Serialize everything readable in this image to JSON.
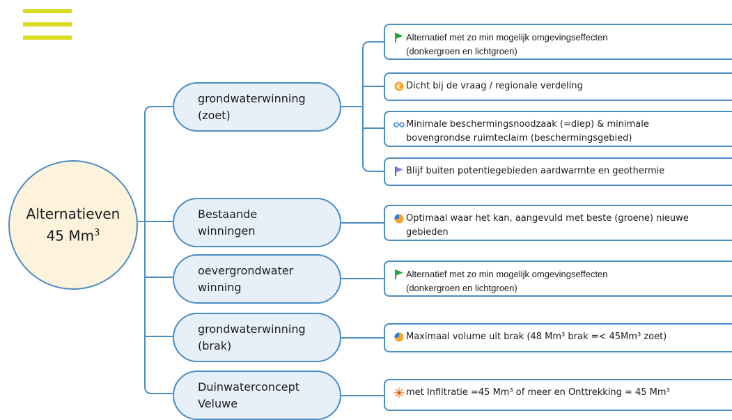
{
  "root": {
    "line1": "Alternatieven",
    "line2": "45 Mm",
    "line2_sup": "3"
  },
  "branches": [
    {
      "line1": "grondwaterwinning",
      "line2": "(zoet)"
    },
    {
      "line1": "Bestaande",
      "line2": "winningen"
    },
    {
      "line1": "oevergrondwater",
      "line2": "winning"
    },
    {
      "line1": "grondwaterwinning",
      "line2": "(brak)"
    },
    {
      "line1": "Duinwaterconcept",
      "line2": "Veluwe"
    }
  ],
  "leaves": [
    {
      "icon": "green-flag-icon",
      "line1": "Alternatief met zo min mogelijk omgevingseffecten",
      "line2": "(donkergroen en lichtgroen)"
    },
    {
      "icon": "orange-coin-icon",
      "line1": "Dicht bij de vraag / regionale verdeling"
    },
    {
      "icon": "glasses-icon",
      "line1": "Minimale beschermingsnoodzaak (=diep) & minimale",
      "line2": "bovengrondse ruimteclaim (beschermingsgebied)"
    },
    {
      "icon": "purple-flag-icon",
      "line1": "Blijf buiten potentiegebieden aardwarmte en geothermie"
    },
    {
      "icon": "pie-chart-icon",
      "line1": "Optimaal waar het kan, aangevuld met beste (groene) nieuwe",
      "line2": "gebieden"
    },
    {
      "icon": "green-flag-icon",
      "line1": "Alternatief met zo min mogelijk omgevingseffecten",
      "line2": "(donkergroen en lichtgroen)"
    },
    {
      "icon": "pie-chart-icon",
      "line1": "Maximaal volume uit brak (48 Mm³ brak =< 45Mm³ zoet)"
    },
    {
      "icon": "sparkle-icon",
      "line1": "met Infiltratie =45 Mm³ of meer en Onttrekking = 45 Mm³"
    }
  ],
  "colors": {
    "connector": "#4a8cc4",
    "root_fill": "#fdf3dd",
    "branch_fill": "#e7f0f9",
    "menu_accent": "#d8dc1f"
  }
}
